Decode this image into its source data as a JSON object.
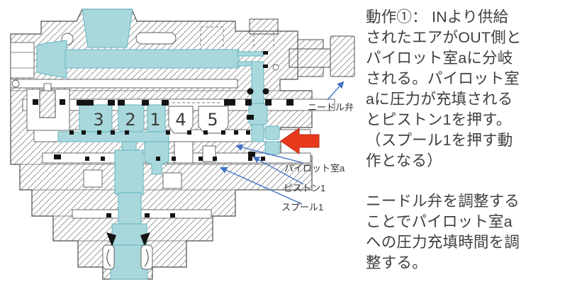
{
  "diagram": {
    "chamber_labels": [
      "3",
      "2",
      "1",
      "4",
      "5"
    ],
    "part_labels": {
      "needle_valve": "ニードル弁",
      "pilot_chamber": "パイロット室a",
      "piston": "ピストン1",
      "spool": "スプール1"
    }
  },
  "description": {
    "paragraph1": "動作①： INより供給\nされたエアがOUT側と\nパイロット室aに分岐\nされる。パイロット室\naに圧力が充填される\nとピストン1を押す。\n（スプール1を押す動\n作となる）",
    "paragraph2": "ニードル弁を調整する\nことでパイロット室a\nへの圧力充填時間を調\n整する。"
  },
  "colors": {
    "air_passage": "#a9d8dc",
    "air_passage_edge": "#63b5bf",
    "red_arrow": "#e8391d",
    "leader_blue": "#4472c4",
    "outline": "#4d4d4d",
    "seal": "#141414",
    "text": "#3f3f3f",
    "label": "#333333"
  }
}
